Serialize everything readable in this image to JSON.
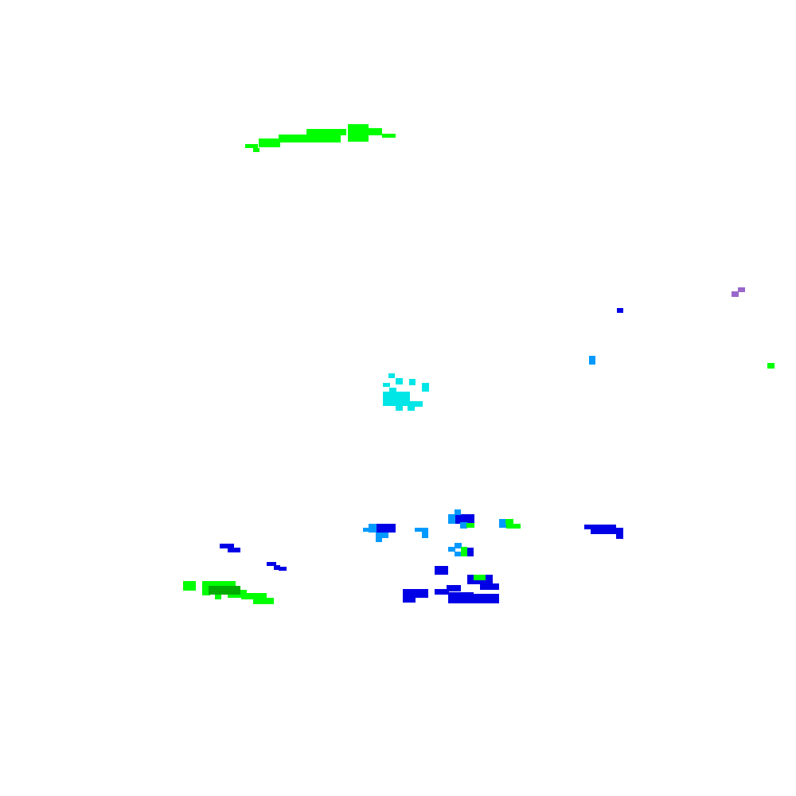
{
  "background_color": "#ffffff",
  "palette": {
    "green": "#00ff00",
    "dark_green": "#00aa00",
    "blue": "#0000e6",
    "light_blue": "#0099ff",
    "cyan": "#00e6e6",
    "purple": "#9966cc"
  },
  "regions": [
    {
      "name": "green-streak-top",
      "color": "green"
    },
    {
      "name": "cyan-cluster-center",
      "color": "cyan"
    },
    {
      "name": "purple-speck-right",
      "color": "purple"
    },
    {
      "name": "blue-speck-right",
      "color": "blue"
    },
    {
      "name": "light-blue-speck-right",
      "color": "light_blue"
    },
    {
      "name": "green-speck-right-edge",
      "color": "green"
    },
    {
      "name": "blue-cluster-bottom-center",
      "color": "blue"
    },
    {
      "name": "light-blue-specks-bottom-center",
      "color": "light_blue"
    },
    {
      "name": "green-specks-bottom-center",
      "color": "green"
    },
    {
      "name": "blue-streak-bottom-right",
      "color": "blue"
    },
    {
      "name": "blue-dashes-bottom-left",
      "color": "blue"
    },
    {
      "name": "green-cluster-bottom-left",
      "color": "green"
    },
    {
      "name": "dark-green-core-bottom-left",
      "color": "dark_green"
    }
  ]
}
